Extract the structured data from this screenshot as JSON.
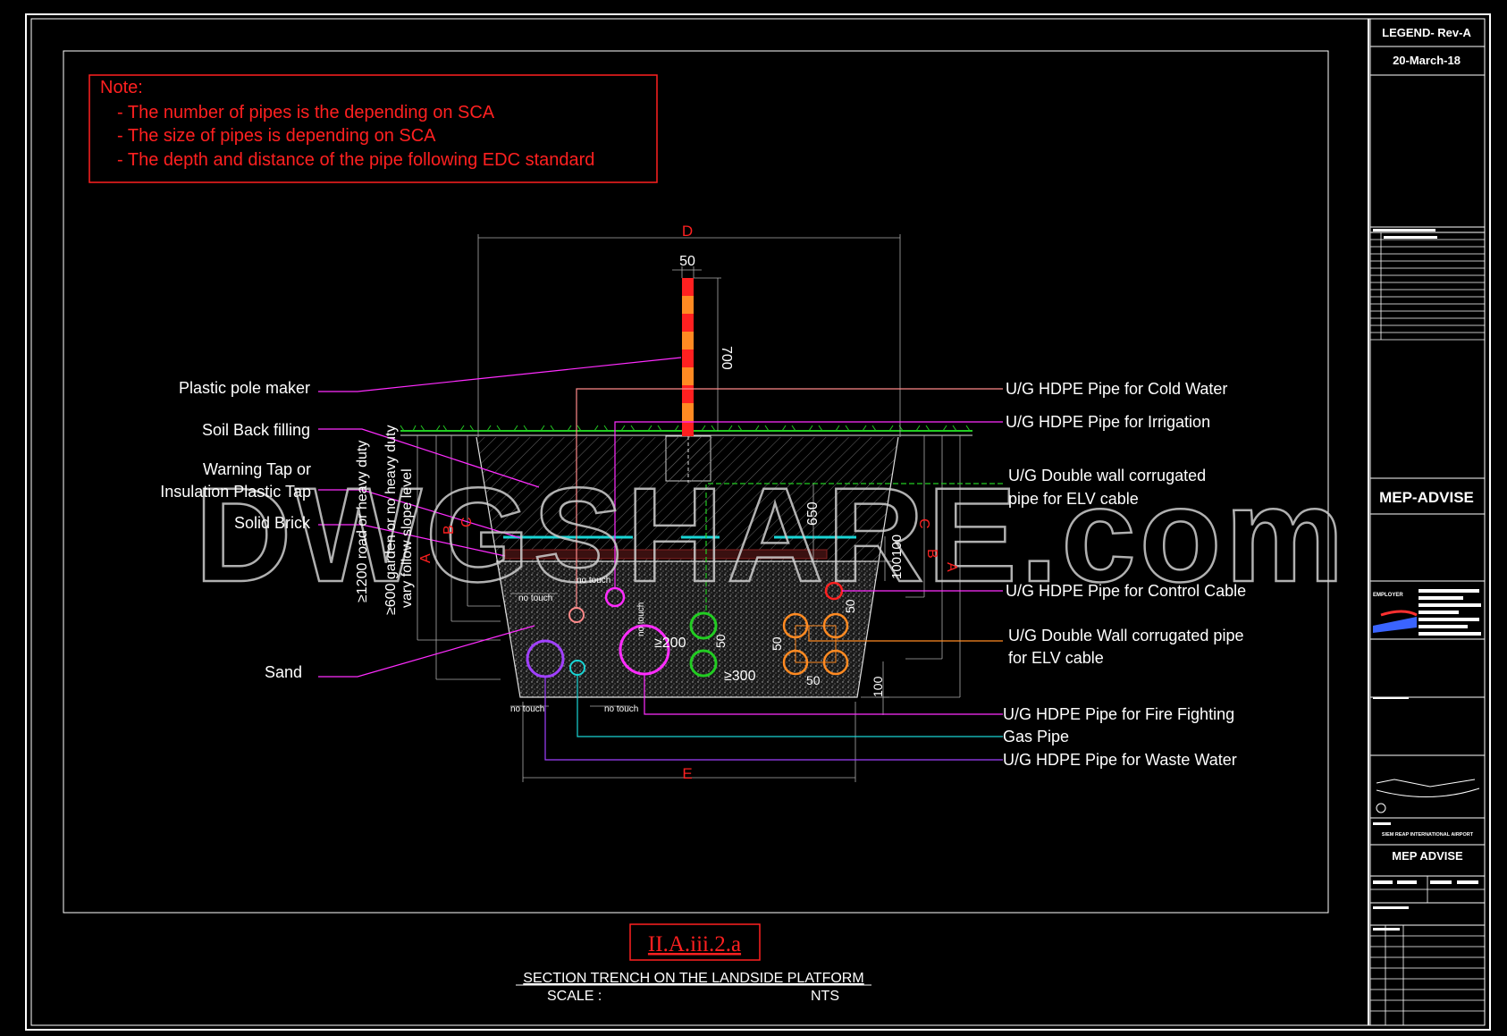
{
  "note": {
    "title": "Note:",
    "lines": [
      "- The number of pipes is the depending on SCA",
      "- The size of pipes is depending on SCA",
      "- The depth and distance of the pipe following EDC standard"
    ]
  },
  "left_labels": {
    "pole": "Plastic pole maker",
    "soil": "Soil Back filling",
    "warning_1": "Warning Tap or",
    "warning_2": "Insulation Plastic Tap",
    "brick": "Solid Brick",
    "sand": "Sand"
  },
  "right_labels": {
    "cold_water": "U/G HDPE Pipe  for Cold Water",
    "irrigation": "U/G HDPE Pipe for Irrigation",
    "elv_1a": "U/G Double wall corrugated",
    "elv_1b": "pipe for ELV cable",
    "control": "U/G HDPE Pipe for Control Cable",
    "elv_2a": "U/G Double Wall corrugated pipe",
    "elv_2b": "for ELV cable",
    "fire": "U/G HDPE Pipe for Fire Fighting",
    "gas": "Gas Pipe",
    "waste": "U/G HDPE Pipe for Waste Water"
  },
  "dimensions": {
    "D": "D",
    "E": "E",
    "A": "A",
    "B": "B",
    "C": "C",
    "w50": "50",
    "h700": "700",
    "h650": "650",
    "d100100": "100100",
    "ge200": "≥200",
    "ge300": "≥300",
    "d50a": "50",
    "d50b": "50",
    "d50c": "50",
    "d50d": "50",
    "d100": "100",
    "road": "≥1200 road or heavy duty",
    "garden": "≥600 garden or no heavy duty",
    "slope": "vary follow slope level",
    "no_touch": "no touch"
  },
  "watermark": "DWGSHARE.com",
  "drawing": {
    "code": "II.A.iii.2.a",
    "title": "SECTION TRENCH ON THE LANDSIDE PLATFORM",
    "scale_label": "SCALE :",
    "scale_value": "NTS"
  },
  "title_block": {
    "legend": "LEGEND- Rev-A",
    "date": "20-March-18",
    "consultant": "MEP-ADVISE",
    "employer": "EMPLOYER",
    "project": "SIEM REAP INTERNATIONAL AIRPORT",
    "company": "MEP ADVISE"
  },
  "colors": {
    "red": "#ff2020",
    "magenta": "#ff2cff",
    "green": "#22cc22",
    "cyan": "#19d4d4",
    "orange": "#ff8a22",
    "purple": "#a040ff"
  }
}
